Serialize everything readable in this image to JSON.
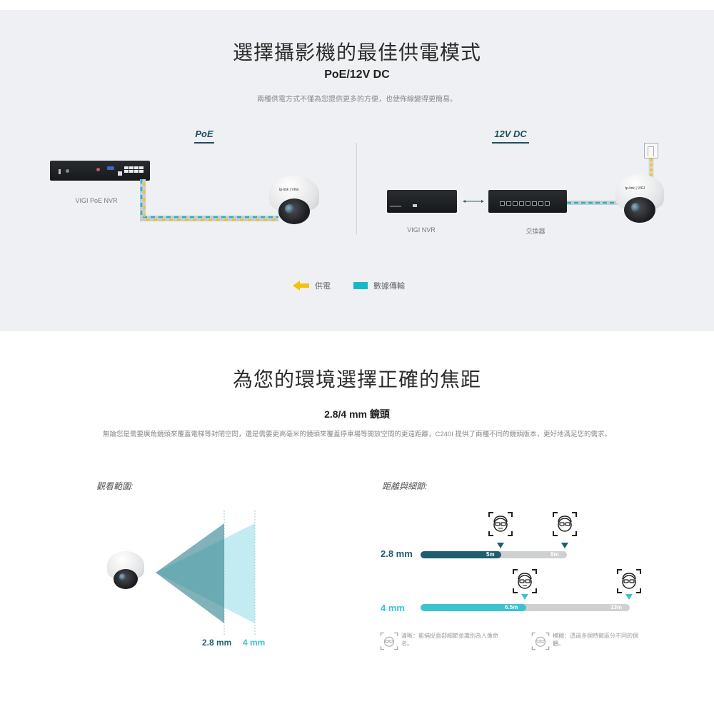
{
  "power_section": {
    "title": "選擇攝影機的最佳供電模式",
    "subtitle": "PoE/12V DC",
    "description": "兩種供電方式不僅為您提供更多的方便，也使佈線變得更簡易。",
    "poe": {
      "tab_label": "PoE",
      "device_label": "VIGI PoE NVR"
    },
    "dc": {
      "tab_label": "12V DC",
      "nvr_label": "VIGI NVR",
      "switch_label": "交換器"
    },
    "legend": {
      "power_label": "供電",
      "data_label": "數據傳輸",
      "power_color": "#f4c20d",
      "data_color": "#1ab8c7"
    },
    "camera_brand": "tp-link | VIGI"
  },
  "focal_section": {
    "title": "為您的環境選擇正確的焦距",
    "subtitle": "2.8/4 mm 鏡頭",
    "description": "無論您是需要廣角鏡頭來覆蓋電梯等封閉空間，還是需要更高毫米的鏡頭來覆蓋停車場等開放空間的更遠距離，C240I 提供了兩種不同的鏡頭版本，更好地滿足您的需求。",
    "view_range": {
      "heading": "觀看範圍:",
      "label_28": "2.8 mm",
      "label_4": "4 mm",
      "color_28": "#1d5f6e",
      "color_4": "#3cc3d0"
    },
    "distance": {
      "heading": "距離與細節:",
      "bars": [
        {
          "lens": "2.8 mm",
          "clear_distance": "5m",
          "max_distance": "9m",
          "color": "#1d5f6e"
        },
        {
          "lens": "4 mm",
          "clear_distance": "6.5m",
          "max_distance": "13m",
          "color": "#3cc3d0"
        }
      ],
      "notes": [
        {
          "text": "清晰：能捕捉面部細節並識別為人像命名。"
        },
        {
          "text": "模糊：透過多個特徵區分不同的個體。"
        }
      ]
    }
  }
}
